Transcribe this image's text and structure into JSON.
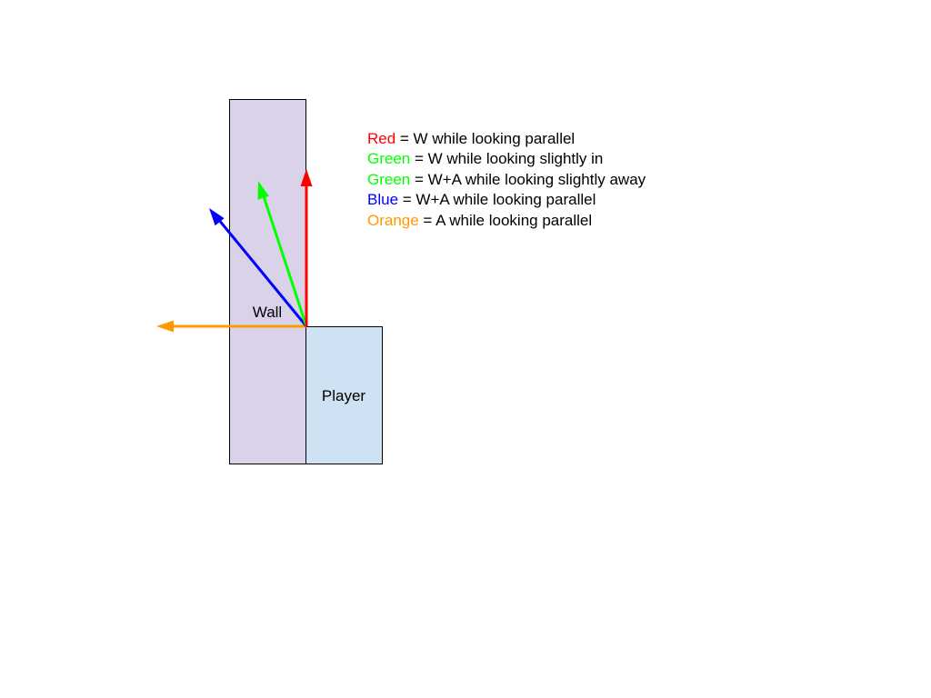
{
  "diagram": {
    "wall_label": "Wall",
    "player_label": "Player"
  },
  "legend": [
    {
      "color_name": "Red",
      "color": "#ff0000",
      "description": " = W while looking parallel"
    },
    {
      "color_name": "Green",
      "color": "#00ff00",
      "description": " = W while looking slightly in"
    },
    {
      "color_name": "Green",
      "color": "#00ff00",
      "description": " = W+A while looking slightly away"
    },
    {
      "color_name": "Blue",
      "color": "#0000ff",
      "description": " = W+A while looking parallel"
    },
    {
      "color_name": "Orange",
      "color": "#ff9900",
      "description": " = A while looking parallel"
    }
  ],
  "colors": {
    "wall_fill": "#d9d2e9",
    "player_fill": "#cfe2f3",
    "red": "#ff0000",
    "green": "#00ff00",
    "blue": "#0000ff",
    "orange": "#ff9900"
  }
}
